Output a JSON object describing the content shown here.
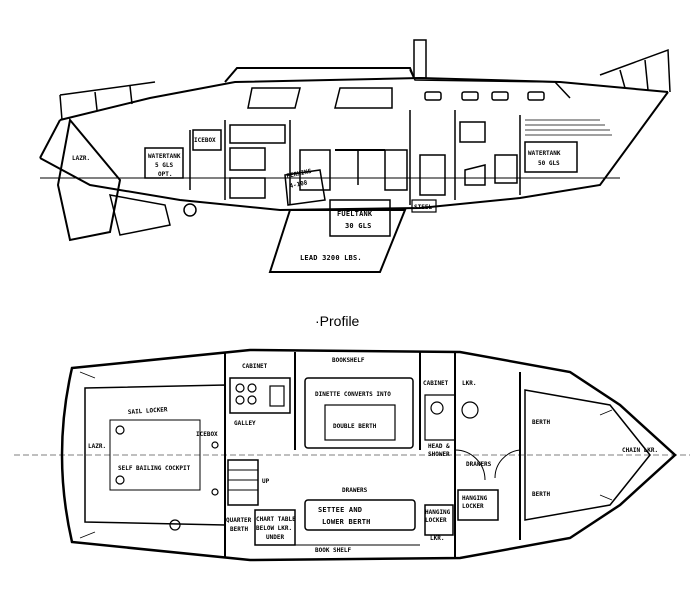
{
  "profile": {
    "caption": "·Profile",
    "labels": {
      "lazr": "LAZR.",
      "watertank_aft_1": "WATERTANK",
      "watertank_aft_2": "5 GLS",
      "watertank_aft_3": "OPT.",
      "icebox": "ICEBOX",
      "perkins_1": "PERKINS",
      "perkins_2": "4-108",
      "fueltank_1": "FUELTANK",
      "fueltank_2": "30 GLS",
      "lead": "LEAD 3200 LBS.",
      "steel": "STEEL",
      "watertank_fwd_1": "WATERTANK",
      "watertank_fwd_2": "50 GLS"
    }
  },
  "plan": {
    "labels": {
      "cabinet_aft": "CABINET",
      "bookshelf": "BOOKSHELF",
      "cabinet_fwd": "CABINET",
      "lkr_top": "LKR.",
      "sail_locker": "SAIL LOCKER",
      "icebox": "ICEBOX",
      "galley": "GALLEY",
      "dinette": "DINETTE CONVERTS INTO",
      "double_berth": "DOUBLE BERTH",
      "head_1": "HEAD &",
      "head_2": "SHOWER",
      "drawers_fwd": "DRAWERS",
      "berth_top": "BERTH",
      "berth_bottom": "BERTH",
      "chain_lkr": "CHAIN LKR.",
      "lazr": "LAZR.",
      "self_bailing": "SELF BAILING COCKPIT",
      "up": "UP",
      "drawers_main": "DRAWERS",
      "settee_1": "SETTEE AND",
      "settee_2": "LOWER BERTH",
      "hanging_1": "HANGING",
      "hanging_2": "LOCKER",
      "hanging_fwd_1": "HANGING",
      "hanging_fwd_2": "LOCKER",
      "lkr_bottom": "LKR.",
      "quarter_1": "QUARTER",
      "quarter_2": "BERTH",
      "chart_1": "CHART TABLE",
      "chart_2": "BELOW LKR.",
      "chart_3": "UNDER",
      "book_shelf_bottom": "BOOK SHELF"
    }
  }
}
